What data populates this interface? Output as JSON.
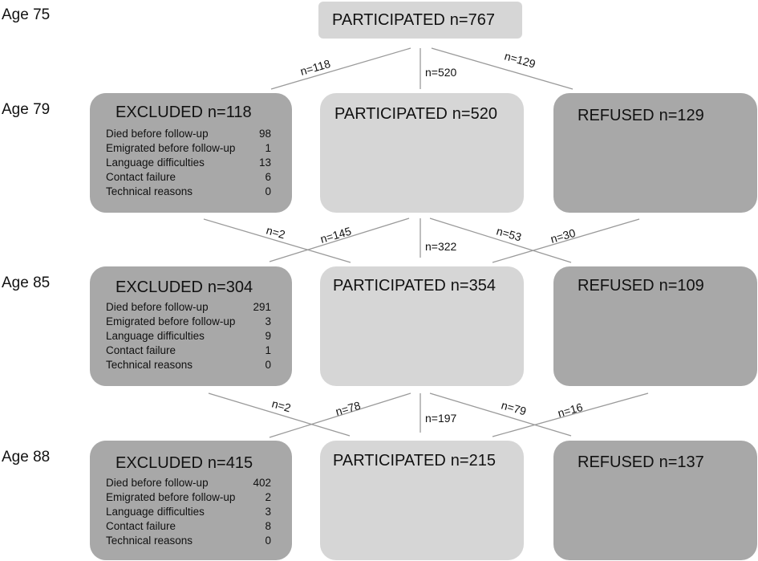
{
  "ages": [
    "Age 75",
    "Age 79",
    "Age 85",
    "Age 88"
  ],
  "top": {
    "label": "PARTICIPATED",
    "n": "n=767"
  },
  "waves": [
    {
      "excluded": {
        "label": "EXCLUDED",
        "n": "n=118",
        "reasons": [
          {
            "reason": "Died before follow-up",
            "count": "98"
          },
          {
            "reason": "Emigrated before follow-up",
            "count": "1"
          },
          {
            "reason": "Language difficulties",
            "count": "13"
          },
          {
            "reason": "Contact failure",
            "count": "6"
          },
          {
            "reason": "Technical reasons",
            "count": "0"
          }
        ]
      },
      "participated": {
        "label": "PARTICIPATED",
        "n": "n=520"
      },
      "refused": {
        "label": "REFUSED",
        "n": "n=129"
      }
    },
    {
      "excluded": {
        "label": "EXCLUDED",
        "n": "n=304",
        "reasons": [
          {
            "reason": "Died before follow-up",
            "count": "291"
          },
          {
            "reason": "Emigrated before follow-up",
            "count": "3"
          },
          {
            "reason": "Language difficulties",
            "count": "9"
          },
          {
            "reason": "Contact failure",
            "count": "1"
          },
          {
            "reason": "Technical reasons",
            "count": "0"
          }
        ]
      },
      "participated": {
        "label": "PARTICIPATED",
        "n": "n=354"
      },
      "refused": {
        "label": "REFUSED",
        "n": "n=109"
      }
    },
    {
      "excluded": {
        "label": "EXCLUDED",
        "n": "n=415",
        "reasons": [
          {
            "reason": "Died before follow-up",
            "count": "402"
          },
          {
            "reason": "Emigrated before follow-up",
            "count": "2"
          },
          {
            "reason": "Language difficulties",
            "count": "3"
          },
          {
            "reason": "Contact failure",
            "count": "8"
          },
          {
            "reason": "Technical reasons",
            "count": "0"
          }
        ]
      },
      "participated": {
        "label": "PARTICIPATED",
        "n": "n=215"
      },
      "refused": {
        "label": "REFUSED",
        "n": "n=137"
      }
    }
  ],
  "flows": {
    "age75_to_79": {
      "to_excluded": "n=118",
      "to_participated": "n=520",
      "to_refused": "n=129"
    },
    "age79_to_85": {
      "excluded_recv": "n=2",
      "refused_to_participated": "n=145",
      "to_participated": "n=322",
      "to_refused": "n=53",
      "refused_recv": "n=30"
    },
    "age85_to_88": {
      "excluded_recv": "n=2",
      "refused_to_participated": "n=78",
      "to_participated": "n=197",
      "to_refused": "n=79",
      "refused_recv": "n=16"
    }
  }
}
